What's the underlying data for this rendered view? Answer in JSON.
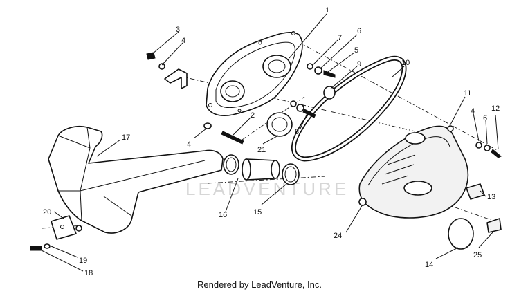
{
  "callouts": {
    "c1": "1",
    "c2": "2",
    "c3": "3",
    "c4a": "4",
    "c4b": "4",
    "c4c": "4",
    "c5": "5",
    "c6a": "6",
    "c6b": "6",
    "c7": "7",
    "c8": "8",
    "c9": "9",
    "c10": "10",
    "c11": "11",
    "c12": "12",
    "c13": "13",
    "c14": "14",
    "c15": "15",
    "c16": "16",
    "c17": "17",
    "c18": "18",
    "c19": "19",
    "c20": "20",
    "c21": "21",
    "c24": "24",
    "c25": "25"
  },
  "watermark": "LEADVENTURE",
  "footer": "Rendered by LeadVenture, Inc."
}
